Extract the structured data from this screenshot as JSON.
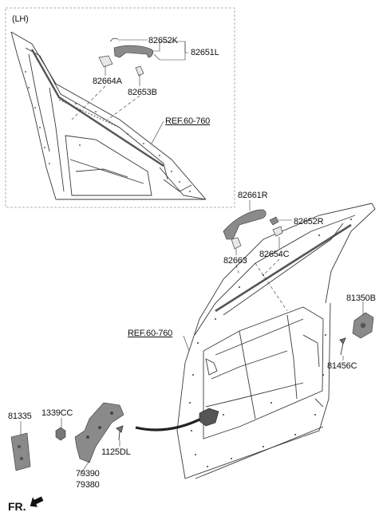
{
  "inset": {
    "tag": "(LH)"
  },
  "labels": {
    "p82652K": "82652K",
    "p82651L": "82651L",
    "p82664A": "82664A",
    "p82653B": "82653B",
    "ref_upper": "REF.60-760",
    "p82661R": "82661R",
    "p82652R": "82652R",
    "p82663": "82663",
    "p82654C": "82654C",
    "p81350B": "81350B",
    "ref_lower": "REF.60-760",
    "p81456C": "81456C",
    "p81335": "81335",
    "p1339CC": "1339CC",
    "p1125DL": "1125DL",
    "p79390": "79390",
    "p79380": "79380",
    "fr": "FR."
  }
}
